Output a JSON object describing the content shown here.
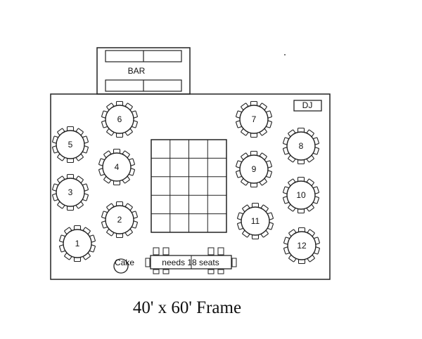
{
  "venue": {
    "bar_label": "BAR",
    "dj_label": "DJ",
    "cake_label": "Cake",
    "head_table_label": "needs 18 seats",
    "caption": "40' x 60' Frame"
  },
  "tables": [
    {
      "label": "1"
    },
    {
      "label": "2"
    },
    {
      "label": "3"
    },
    {
      "label": "4"
    },
    {
      "label": "5"
    },
    {
      "label": "6"
    },
    {
      "label": "7"
    },
    {
      "label": "8"
    },
    {
      "label": "9"
    },
    {
      "label": "10"
    },
    {
      "label": "11"
    },
    {
      "label": "12"
    }
  ],
  "seats_per_table": 10,
  "dance_floor": {
    "columns": 4,
    "rows": 5
  }
}
